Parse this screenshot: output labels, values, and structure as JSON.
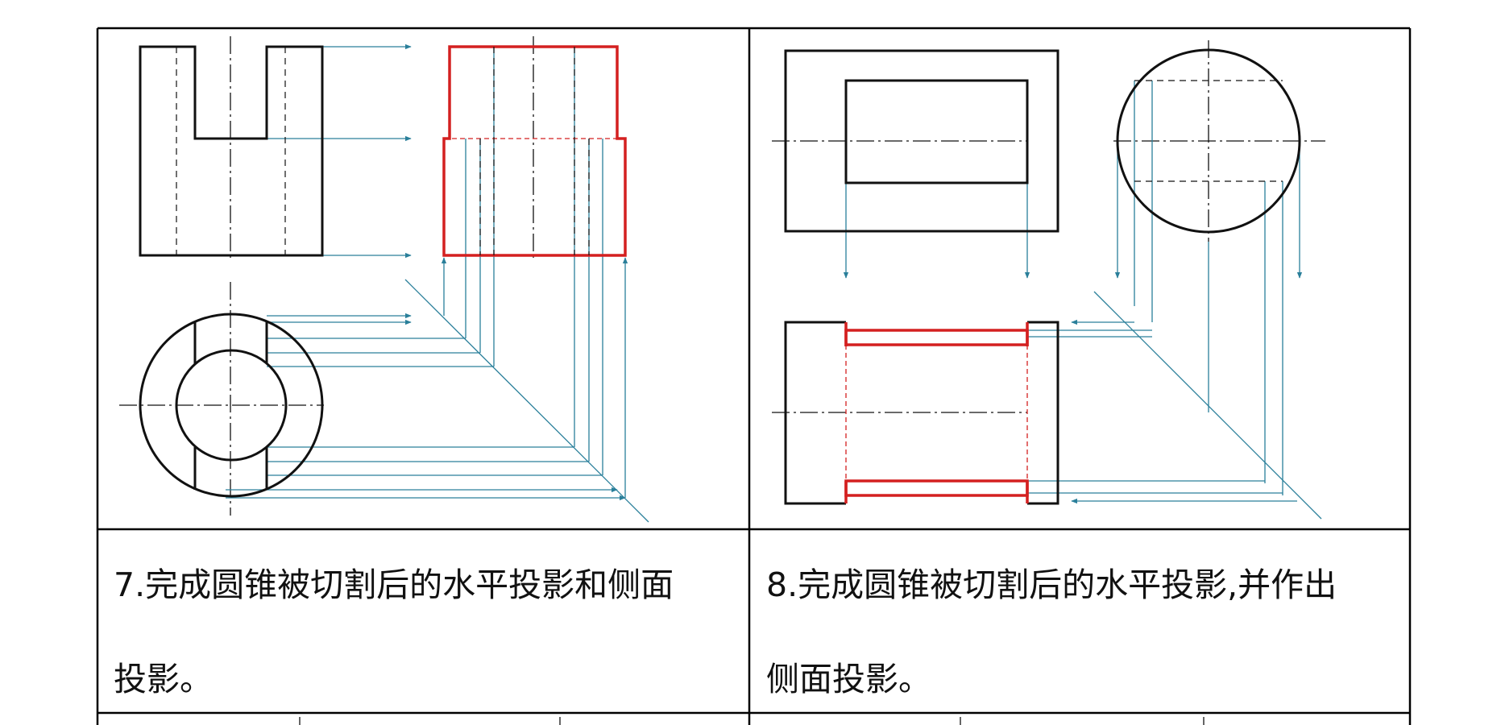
{
  "problems": [
    {
      "number": "7",
      "line1": "7.完成圆锥被切割后的水平投影和侧面",
      "line2": "投影。"
    },
    {
      "number": "8",
      "line1": "8.完成圆锥被切割后的水平投影,并作出",
      "line2": "侧面投影。"
    }
  ],
  "colors": {
    "outline": "#111111",
    "answer": "#d42020",
    "projection": "#2a7f9a",
    "grid": "#000000"
  }
}
